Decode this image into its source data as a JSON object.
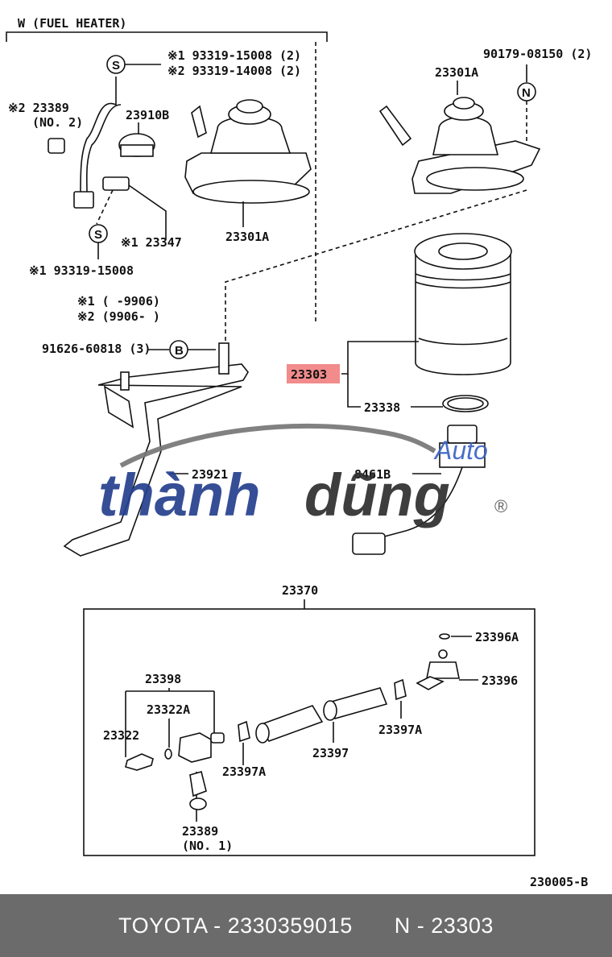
{
  "diagram": {
    "header": "W (FUEL  HEATER)",
    "labels": {
      "l_23389_no2_a": "※2 23389",
      "l_23389_no2_b": "(NO. 2)",
      "l_s1a": "※1 93319-15008 (2)",
      "l_s1b": "※2 93319-14008 (2)",
      "l_23910b": "23910B",
      "l_90179": "90179-08150 (2)",
      "l_23301a_top": "23301A",
      "l_23301a_left": "23301A",
      "l_23347": "※1 23347",
      "l_93319_bottom": "※1 93319-15008",
      "l_note1": "※1 (      -9906)",
      "l_note2": "※2 (9906-      )",
      "l_91626": "91626-60818 (3)",
      "l_23303": "23303",
      "l_23338": "23338",
      "l_23921": "23921",
      "l_8461b": "8461B",
      "l_23370": "23370",
      "l_23396a": "23396A",
      "l_23398": "23398",
      "l_23396": "23396",
      "l_23322a": "23322A",
      "l_23322": "23322",
      "l_23397a_r": "23397A",
      "l_23397a_l": "23397A",
      "l_23397": "23397",
      "l_23389_no1_a": "23389",
      "l_23389_no1_b": "(NO. 1)",
      "l_code": "230005-B"
    },
    "markers": {
      "s": "S",
      "n": "N",
      "b": "B"
    },
    "highlight_color": "#f28b8b"
  },
  "watermark": {
    "main_light": "thành",
    "main_dark": "dũng",
    "sub": "Auto",
    "reg": "®"
  },
  "footer": {
    "left": "TOYOTA - 2330359015",
    "right": "N - 23303"
  }
}
